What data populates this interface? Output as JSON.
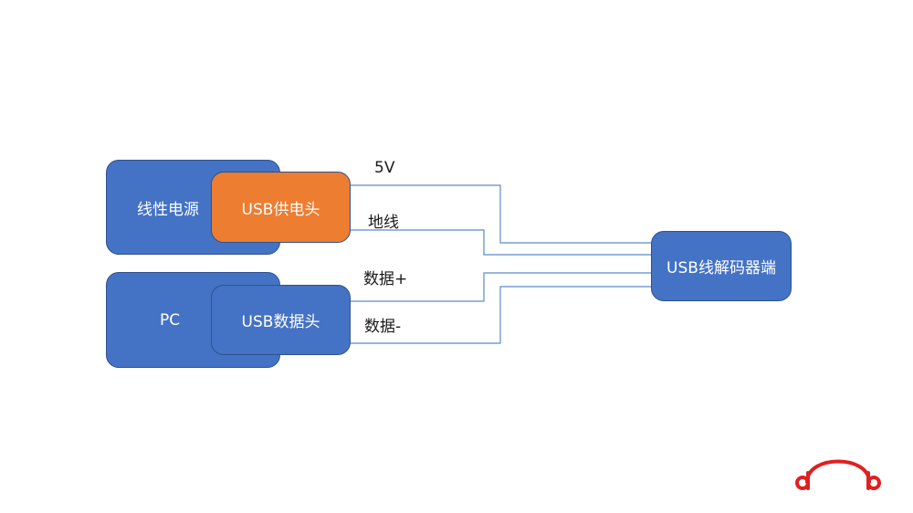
{
  "boxes": {
    "power_supply": "线性电源",
    "usb_power_head": "USB供电头",
    "pc": "PC",
    "usb_data_head": "USB数据头",
    "usb_decoder": "USB线解码器端"
  },
  "wires": {
    "v5": "5V",
    "ground": "地线",
    "data_plus": "数据+",
    "data_minus": "数据-"
  },
  "colors": {
    "box_blue": "#4472c4",
    "box_orange": "#ed7d31",
    "wire": "#5b8ac8",
    "logo_red": "#e02020"
  },
  "icons": {
    "logo": "headphone-db-logo"
  }
}
